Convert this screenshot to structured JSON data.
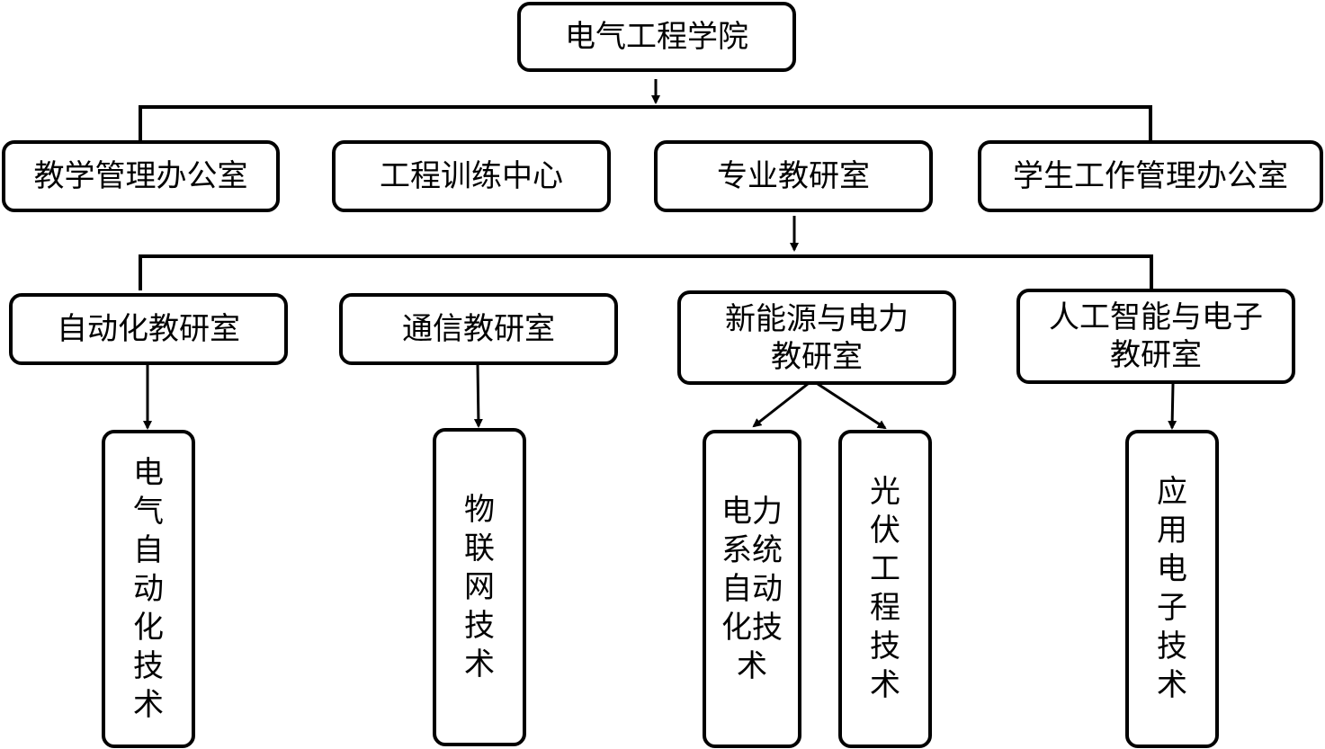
{
  "root": {
    "label": "电气工程学院"
  },
  "level1": [
    {
      "id": "teaching-office",
      "label": "教学管理办公室"
    },
    {
      "id": "training-center",
      "label": "工程训练中心"
    },
    {
      "id": "teaching-research",
      "label": "专业教研室"
    },
    {
      "id": "student-office",
      "label": "学生工作管理办公室"
    }
  ],
  "level2": [
    {
      "id": "automation",
      "line1": "自动化教研室",
      "line2": ""
    },
    {
      "id": "communication",
      "line1": "通信教研室",
      "line2": ""
    },
    {
      "id": "new-energy",
      "line1": "新能源与电力",
      "line2": "教研室"
    },
    {
      "id": "ai-electronics",
      "line1": "人工智能与电子",
      "line2": "教研室"
    }
  ],
  "majors": [
    {
      "id": "electrical-automation",
      "label": "电\n气\n自\n动\n化\n技\n术"
    },
    {
      "id": "iot",
      "label": "物\n联\n网\n技\n术"
    },
    {
      "id": "power-system",
      "label": "电力\n系统\n自动\n化技\n术"
    },
    {
      "id": "photovoltaic",
      "label": "光\n伏\n工\n程\n技\n术"
    },
    {
      "id": "applied-electronics",
      "label": "应\n用\n电\n子\n技\n术"
    }
  ]
}
